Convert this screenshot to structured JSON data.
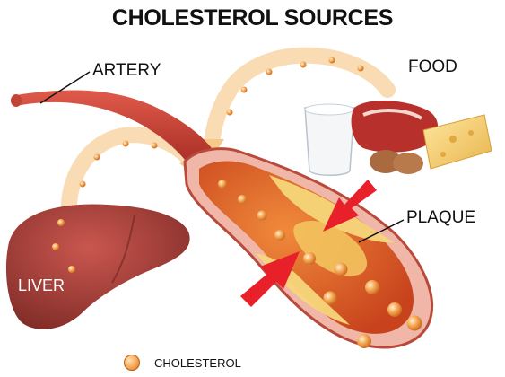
{
  "title": "CHOLESTEROL SOURCES",
  "labels": {
    "artery": "ARTERY",
    "food": "FOOD",
    "plaque": "PLAQUE",
    "liver": "LIVER"
  },
  "legend": {
    "label": "CHOLESTEROL"
  },
  "colors": {
    "artery_red": "#c0392b",
    "liver_red": "#a83a35",
    "plaque_yellow": "#f6d67a",
    "cholesterol_orange": "#f5a04d",
    "arrow_red": "#e8202a",
    "flow_arrow": "#f6c98a"
  }
}
